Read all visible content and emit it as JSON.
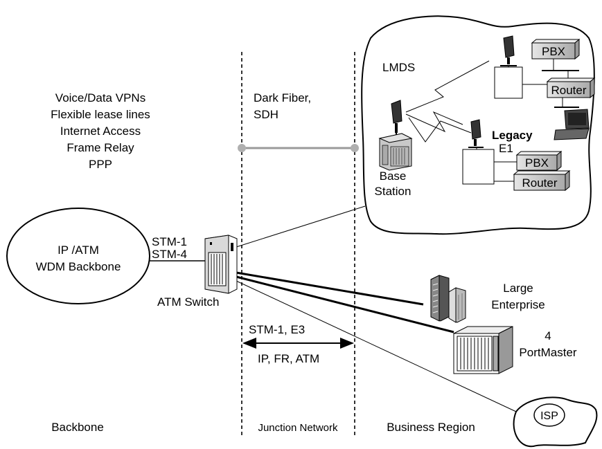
{
  "services": {
    "line1": "Voice/Data VPNs",
    "line2": "Flexible lease lines",
    "line3": "Internet Access",
    "line4": "Frame Relay",
    "line5": "PPP"
  },
  "backbone_cloud": {
    "line1": "IP /ATM",
    "line2": "WDM Backbone"
  },
  "backbone_links": {
    "line1": "STM-1",
    "line2": "STM-4"
  },
  "atm_switch": {
    "label": "ATM Switch"
  },
  "dark_fiber": {
    "line1": "Dark Fiber,",
    "line2": "SDH"
  },
  "junction_link": {
    "line1": "STM-1, E3",
    "line2": "IP, FR, ATM"
  },
  "lmds": {
    "label": "LMDS",
    "base_station_line1": "Base",
    "base_station_line2": "Station",
    "pbx_top": "PBX",
    "router_top": "Router",
    "legacy": "Legacy",
    "e1": "E1",
    "pbx_bottom": "PBX",
    "router_bottom": "Router"
  },
  "large_enterprise": {
    "line1": "Large",
    "line2": "Enterprise"
  },
  "portmaster": {
    "line1": "4",
    "line2": "PortMaster"
  },
  "isp": {
    "label": "ISP"
  },
  "regions": {
    "backbone": "Backbone",
    "junction": "Junction Network",
    "business": "Business Region"
  }
}
